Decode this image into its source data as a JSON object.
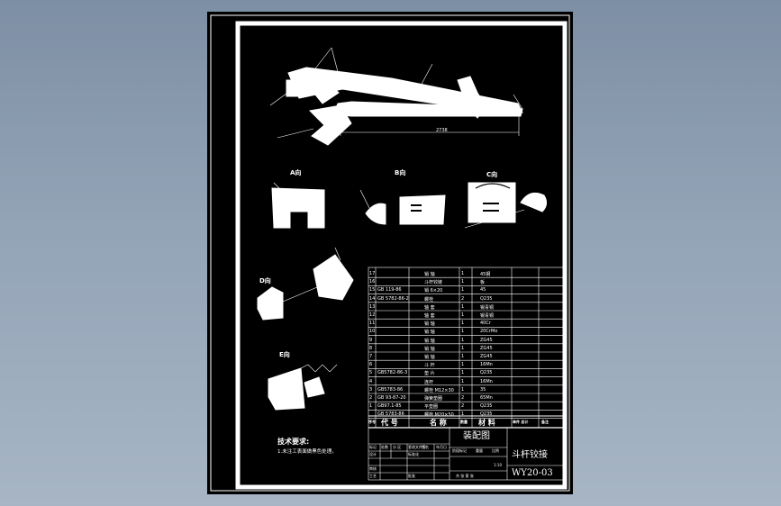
{
  "sheet": {
    "tech_title": "技术要求:",
    "tech_note": "1.未注工表面做黑色处理。",
    "dim_main": "2738",
    "view_labels": [
      "A向",
      "B向",
      "C向",
      "D向",
      "E向"
    ]
  },
  "parts_list": {
    "rows": [
      {
        "no": "17",
        "code": "",
        "name": "销 轴",
        "qty": "1",
        "mat": "45钢"
      },
      {
        "no": "16",
        "code": "",
        "name": "斗杆铰链",
        "qty": "1",
        "mat": "板"
      },
      {
        "no": "15",
        "code": "GB 119-86",
        "name": "销 6×20",
        "qty": "1",
        "mat": "45"
      },
      {
        "no": "14",
        "code": "GB 5782-86-2",
        "name": "螺栓",
        "qty": "2",
        "mat": "Q235"
      },
      {
        "no": "13",
        "code": "",
        "name": "轴 套",
        "qty": "1",
        "mat": "锡青铜"
      },
      {
        "no": "12",
        "code": "",
        "name": "轴 套",
        "qty": "1",
        "mat": "锡青铜"
      },
      {
        "no": "11",
        "code": "",
        "name": "销 轴",
        "qty": "1",
        "mat": "40Cr"
      },
      {
        "no": "10",
        "code": "",
        "name": "销 轴",
        "qty": "1",
        "mat": "20CrMo"
      },
      {
        "no": "9",
        "code": "",
        "name": "销 轴",
        "qty": "1",
        "mat": "ZG45"
      },
      {
        "no": "8",
        "code": "",
        "name": "销 轴",
        "qty": "1",
        "mat": "ZG45"
      },
      {
        "no": "7",
        "code": "",
        "name": "销 轴",
        "qty": "1",
        "mat": "ZG45"
      },
      {
        "no": "6",
        "code": "",
        "name": "斗 杆",
        "qty": "1",
        "mat": "16Mn"
      },
      {
        "no": "5",
        "code": "GB5782-86-3",
        "name": "垫 片",
        "qty": "1",
        "mat": "Q235"
      },
      {
        "no": "4",
        "code": "",
        "name": "连杆",
        "qty": "1",
        "mat": "16Mn"
      },
      {
        "no": "3",
        "code": "GB5783-86",
        "name": "螺栓 M12×30",
        "qty": "1",
        "mat": "35"
      },
      {
        "no": "2",
        "code": "GB 93-87-20",
        "name": "弹簧垫圈",
        "qty": "2",
        "mat": "65Mn"
      },
      {
        "no": "1",
        "code": "GB97.1-85",
        "name": "平垫圈",
        "qty": "2",
        "mat": "Q235"
      },
      {
        "no": "",
        "code": "GB 5783-86",
        "name": "螺栓 M20×50",
        "qty": "1",
        "mat": "Q235"
      }
    ],
    "header": {
      "no": "序号",
      "code": "代 号",
      "name": "名 称",
      "qty": "数量",
      "mat": "材 料",
      "weight": "单件 总计",
      "note": "备注"
    }
  },
  "title_block": {
    "drawing_type": "装配图",
    "part_name": "斗杆铰接",
    "drawing_number": "WY20-03",
    "scale": "1:10",
    "sheet_info": "共 张 第 张",
    "labels": [
      "标记",
      "处数",
      "分 区",
      "更改文件号",
      "签名",
      "年月日",
      "设计",
      "标准化",
      "审核",
      "工艺",
      "批准",
      "阶段标记",
      "重量",
      "比例"
    ]
  }
}
